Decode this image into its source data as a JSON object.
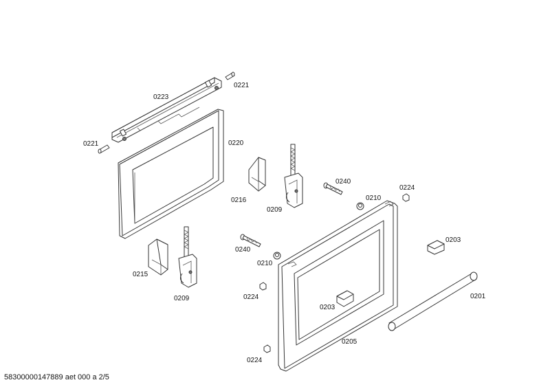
{
  "labels": {
    "l0221a": "0221",
    "l0223": "0223",
    "l0221b": "0221",
    "l0220": "0220",
    "l0216": "0216",
    "l0209a": "0209",
    "l0240a": "0240",
    "l0210a": "0210",
    "l0224a": "0224",
    "l0203a": "0203",
    "l0240b": "0240",
    "l0210b": "0210",
    "l0215": "0215",
    "l0209b": "0209",
    "l0224b": "0224",
    "l0203b": "0203",
    "l0201": "0201",
    "l0205": "0205",
    "l0224c": "0224"
  },
  "footer": "58300000147889 aet 000 a 2/5"
}
